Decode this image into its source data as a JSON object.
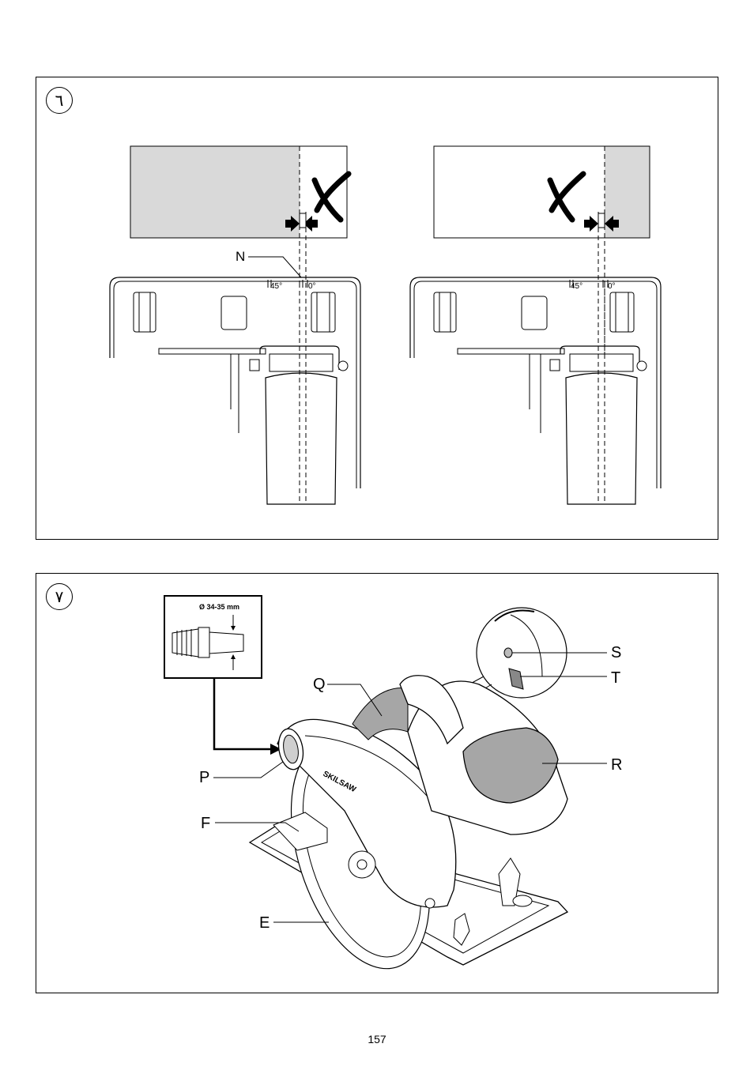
{
  "figure6": {
    "number": "٦",
    "label_n": "N",
    "angle_45": "45°",
    "angle_0": "0°"
  },
  "figure7": {
    "number": "٧",
    "inset_label": "Ø 34-35 mm",
    "brand": "SKILSAW",
    "labels": {
      "p": "P",
      "f": "F",
      "e": "E",
      "q": "Q",
      "s": "S",
      "t": "T",
      "r": "R"
    }
  },
  "page_number": "157"
}
